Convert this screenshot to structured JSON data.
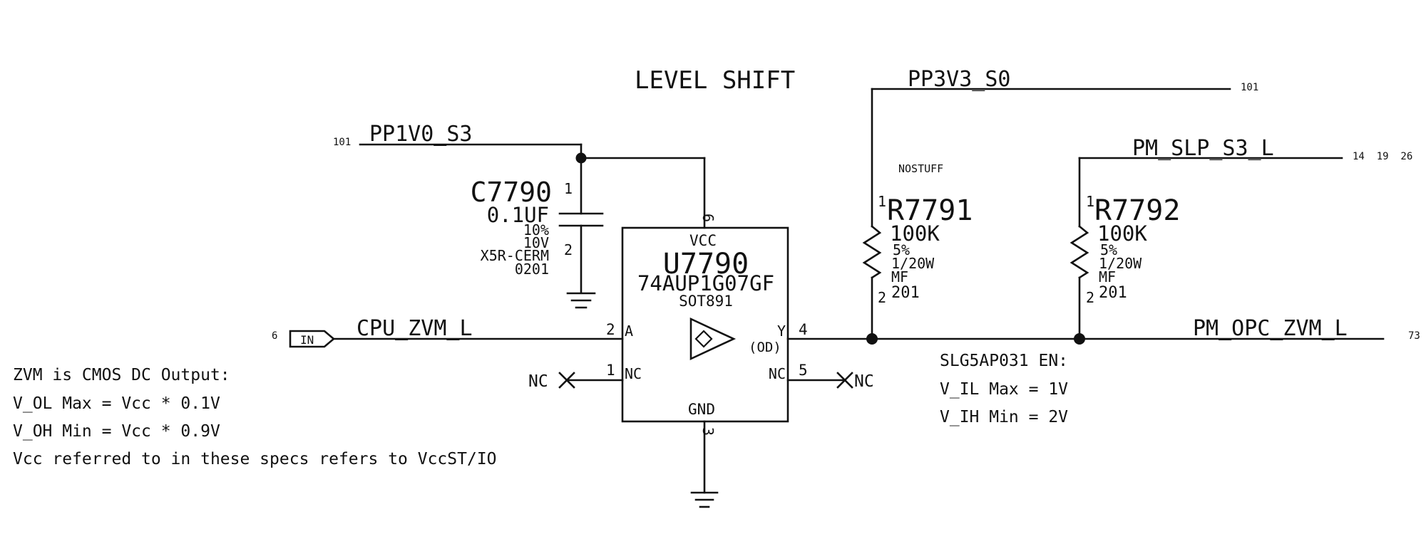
{
  "title": "LEVEL SHIFT",
  "nets": {
    "pp1v0": {
      "name": "PP1V0_S3",
      "ref": "101"
    },
    "pp3v3": {
      "name": "PP3V3_S0",
      "ref": "101"
    },
    "pm_slp": {
      "name": "PM_SLP_S3_L",
      "refs": "14  19  26"
    },
    "cpu_zvm": {
      "name": "CPU_ZVM_L",
      "ref": "6",
      "port": "IN"
    },
    "pm_opc": {
      "name": "PM_OPC_ZVM_L",
      "ref": "73"
    }
  },
  "c7790": {
    "ref": "C7790",
    "value": "0.1UF",
    "tol": "10%",
    "volt": "10V",
    "dielectric": "X5R-CERM",
    "package": "0201",
    "pin1": "1",
    "pin2": "2"
  },
  "u7790": {
    "ref": "U7790",
    "part": "74AUP1G07GF",
    "package": "SOT891",
    "vcc_label": "VCC",
    "gnd_label": "GND",
    "od_label": "(OD)",
    "pin_vcc": "6",
    "pin_gnd": "3",
    "pin_a": "2",
    "label_a": "A",
    "pin_y": "4",
    "label_y": "Y",
    "pin_nc1": "1",
    "label_nc1": "NC",
    "pin_nc5": "5",
    "label_nc5": "NC",
    "nc_left": "NC",
    "nc_right": "NC"
  },
  "r7791": {
    "ref": "R7791",
    "value": "100K",
    "tol": "5%",
    "power": "1/20W",
    "type": "MF",
    "package": "201",
    "pin1": "1",
    "pin2": "2",
    "note": "NOSTUFF"
  },
  "r7792": {
    "ref": "R7792",
    "value": "100K",
    "tol": "5%",
    "power": "1/20W",
    "type": "MF",
    "package": "201",
    "pin1": "1",
    "pin2": "2"
  },
  "notes_left": [
    "ZVM is CMOS DC Output:",
    "V_OL Max = Vcc * 0.1V",
    "V_OH Min = Vcc * 0.9V",
    "Vcc referred to in these specs refers to VccST/IO"
  ],
  "notes_right": [
    "SLG5AP031 EN:",
    "V_IL Max = 1V",
    "V_IH Min = 2V"
  ]
}
